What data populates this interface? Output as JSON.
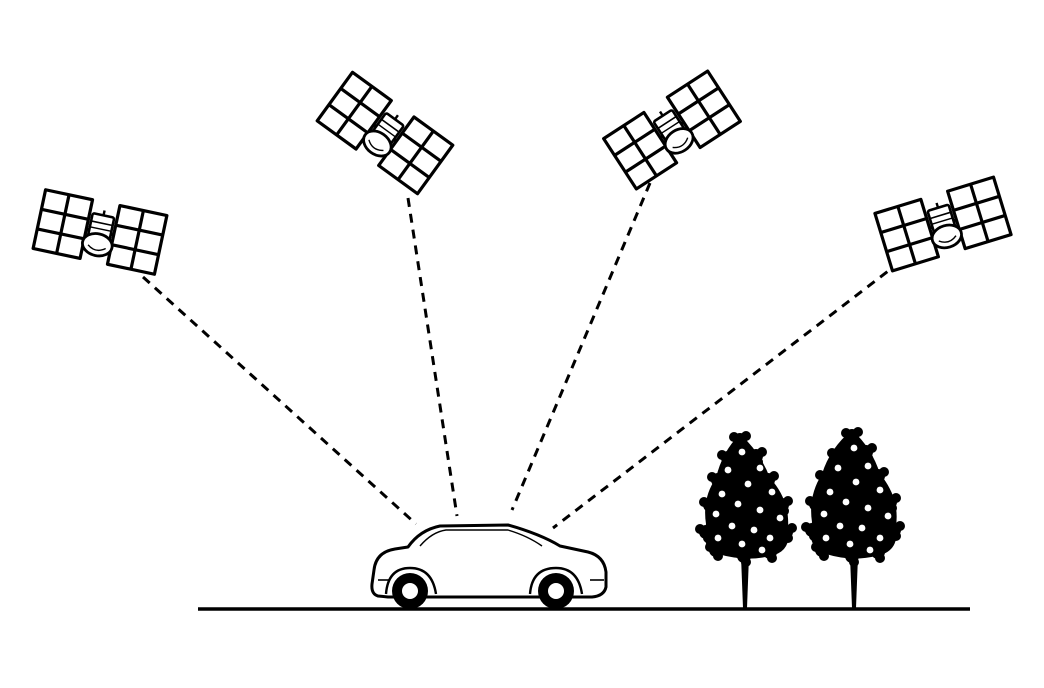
{
  "diagram": {
    "kind": "gps-satellite-illustration",
    "satellite_count": 4,
    "receiver": "car-icon",
    "obstacles": [
      "tree-icon",
      "tree-icon"
    ],
    "signal_style": "dashed",
    "colors": {
      "ink": "#000000",
      "background": "#ffffff"
    }
  }
}
